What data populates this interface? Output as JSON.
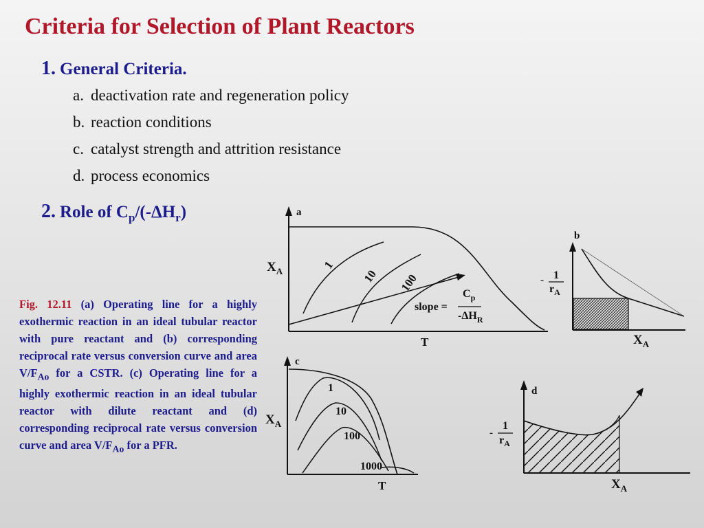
{
  "slide": {
    "title": "Criteria for Selection of Plant Reactors",
    "section1": {
      "number": "1.",
      "heading": "General Criteria.",
      "items": [
        {
          "letter": "a.",
          "text": "deactivation rate and regeneration policy"
        },
        {
          "letter": "b.",
          "text": "reaction conditions"
        },
        {
          "letter": "c.",
          "text": "catalyst strength and attrition resistance"
        },
        {
          "letter": "d.",
          "text": "process economics"
        }
      ]
    },
    "section2": {
      "number": "2.",
      "heading_prefix": "Role of C",
      "heading_sub1": "p",
      "heading_mid": "/(-ΔH",
      "heading_sub2": "r",
      "heading_suffix": ")"
    },
    "caption": {
      "fig": "Fig. 12.11",
      "text1": " (a) Operating line for a highly exothermic reaction in an ideal tubular reactor with pure reactant and (b) corresponding reciprocal rate versus conversion curve and area V/F",
      "sub1": "Ao",
      "text2": " for a CSTR.  (c) Operating line for a highly exothermic reaction in an ideal tubular reactor with dilute reactant and (d) corresponding reciprocal rate versus conversion curve and area V/F",
      "sub2": "Ao",
      "text3": " for a PFR."
    }
  },
  "figures": {
    "a": {
      "label": "a",
      "y_axis": "X",
      "y_sub": "A",
      "x_axis": "T",
      "curve_labels": [
        "1",
        "10",
        "100"
      ],
      "slope_text": "slope =",
      "slope_num": "C",
      "slope_num_sub": "p",
      "slope_den": "-ΔH",
      "slope_den_sub": "R"
    },
    "b": {
      "label": "b",
      "y_minus": "-",
      "y_num": "1",
      "y_den": "r",
      "y_den_sub": "A",
      "x_axis": "X",
      "x_sub": "A"
    },
    "c": {
      "label": "c",
      "y_axis": "X",
      "y_sub": "A",
      "x_axis": "T",
      "curve_labels": [
        "1",
        "10",
        "100",
        "1000"
      ]
    },
    "d": {
      "label": "d",
      "y_minus": "-",
      "y_num": "1",
      "y_den": "r",
      "y_den_sub": "A",
      "x_axis": "X",
      "x_sub": "A"
    }
  }
}
